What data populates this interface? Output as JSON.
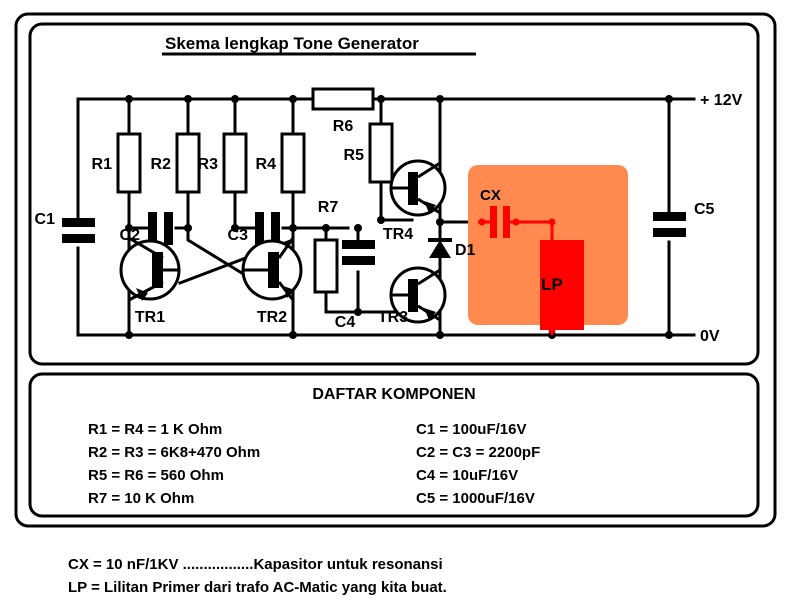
{
  "document": {
    "title": "Skema lengkap Tone Generator",
    "components_heading": "DAFTAR KOMPONEN"
  },
  "colors": {
    "ink": "#000000",
    "background": "#ffffff",
    "highlight_block": "#ff8a50",
    "accent_red": "#ff0000"
  },
  "schematic": {
    "rails": {
      "positive": "+ 12V",
      "ground": "0V"
    },
    "resistors": [
      {
        "ref": "R1"
      },
      {
        "ref": "R2"
      },
      {
        "ref": "R3"
      },
      {
        "ref": "R4"
      },
      {
        "ref": "R5"
      },
      {
        "ref": "R6"
      },
      {
        "ref": "R7"
      }
    ],
    "capacitors": [
      {
        "ref": "C1"
      },
      {
        "ref": "C2"
      },
      {
        "ref": "C3"
      },
      {
        "ref": "C4"
      },
      {
        "ref": "C5"
      },
      {
        "ref": "CX"
      }
    ],
    "transistors": [
      {
        "ref": "TR1"
      },
      {
        "ref": "TR2"
      },
      {
        "ref": "TR3"
      },
      {
        "ref": "TR4"
      }
    ],
    "diodes": [
      {
        "ref": "D1"
      }
    ],
    "coils": [
      {
        "ref": "LP"
      }
    ]
  },
  "component_list": {
    "heading": "DAFTAR KOMPONEN",
    "resistor_rows": [
      "R1  =  R4  =  1 K Ohm",
      "R2  =  R3  =  6K8+470 Ohm",
      "R5  =  R6  =   560 Ohm",
      "R7  =  10 K Ohm"
    ],
    "capacitor_rows": [
      "C1  =  100uF/16V",
      "C2  =  C3  =  2200pF",
      "C4  =  10uF/16V",
      "C5  =  1000uF/16V"
    ]
  },
  "footnotes": [
    "CX  =  10 nF/1KV .................Kapasitor untuk resonansi",
    "LP  =  Lilitan Primer dari trafo AC-Matic yang kita buat."
  ]
}
